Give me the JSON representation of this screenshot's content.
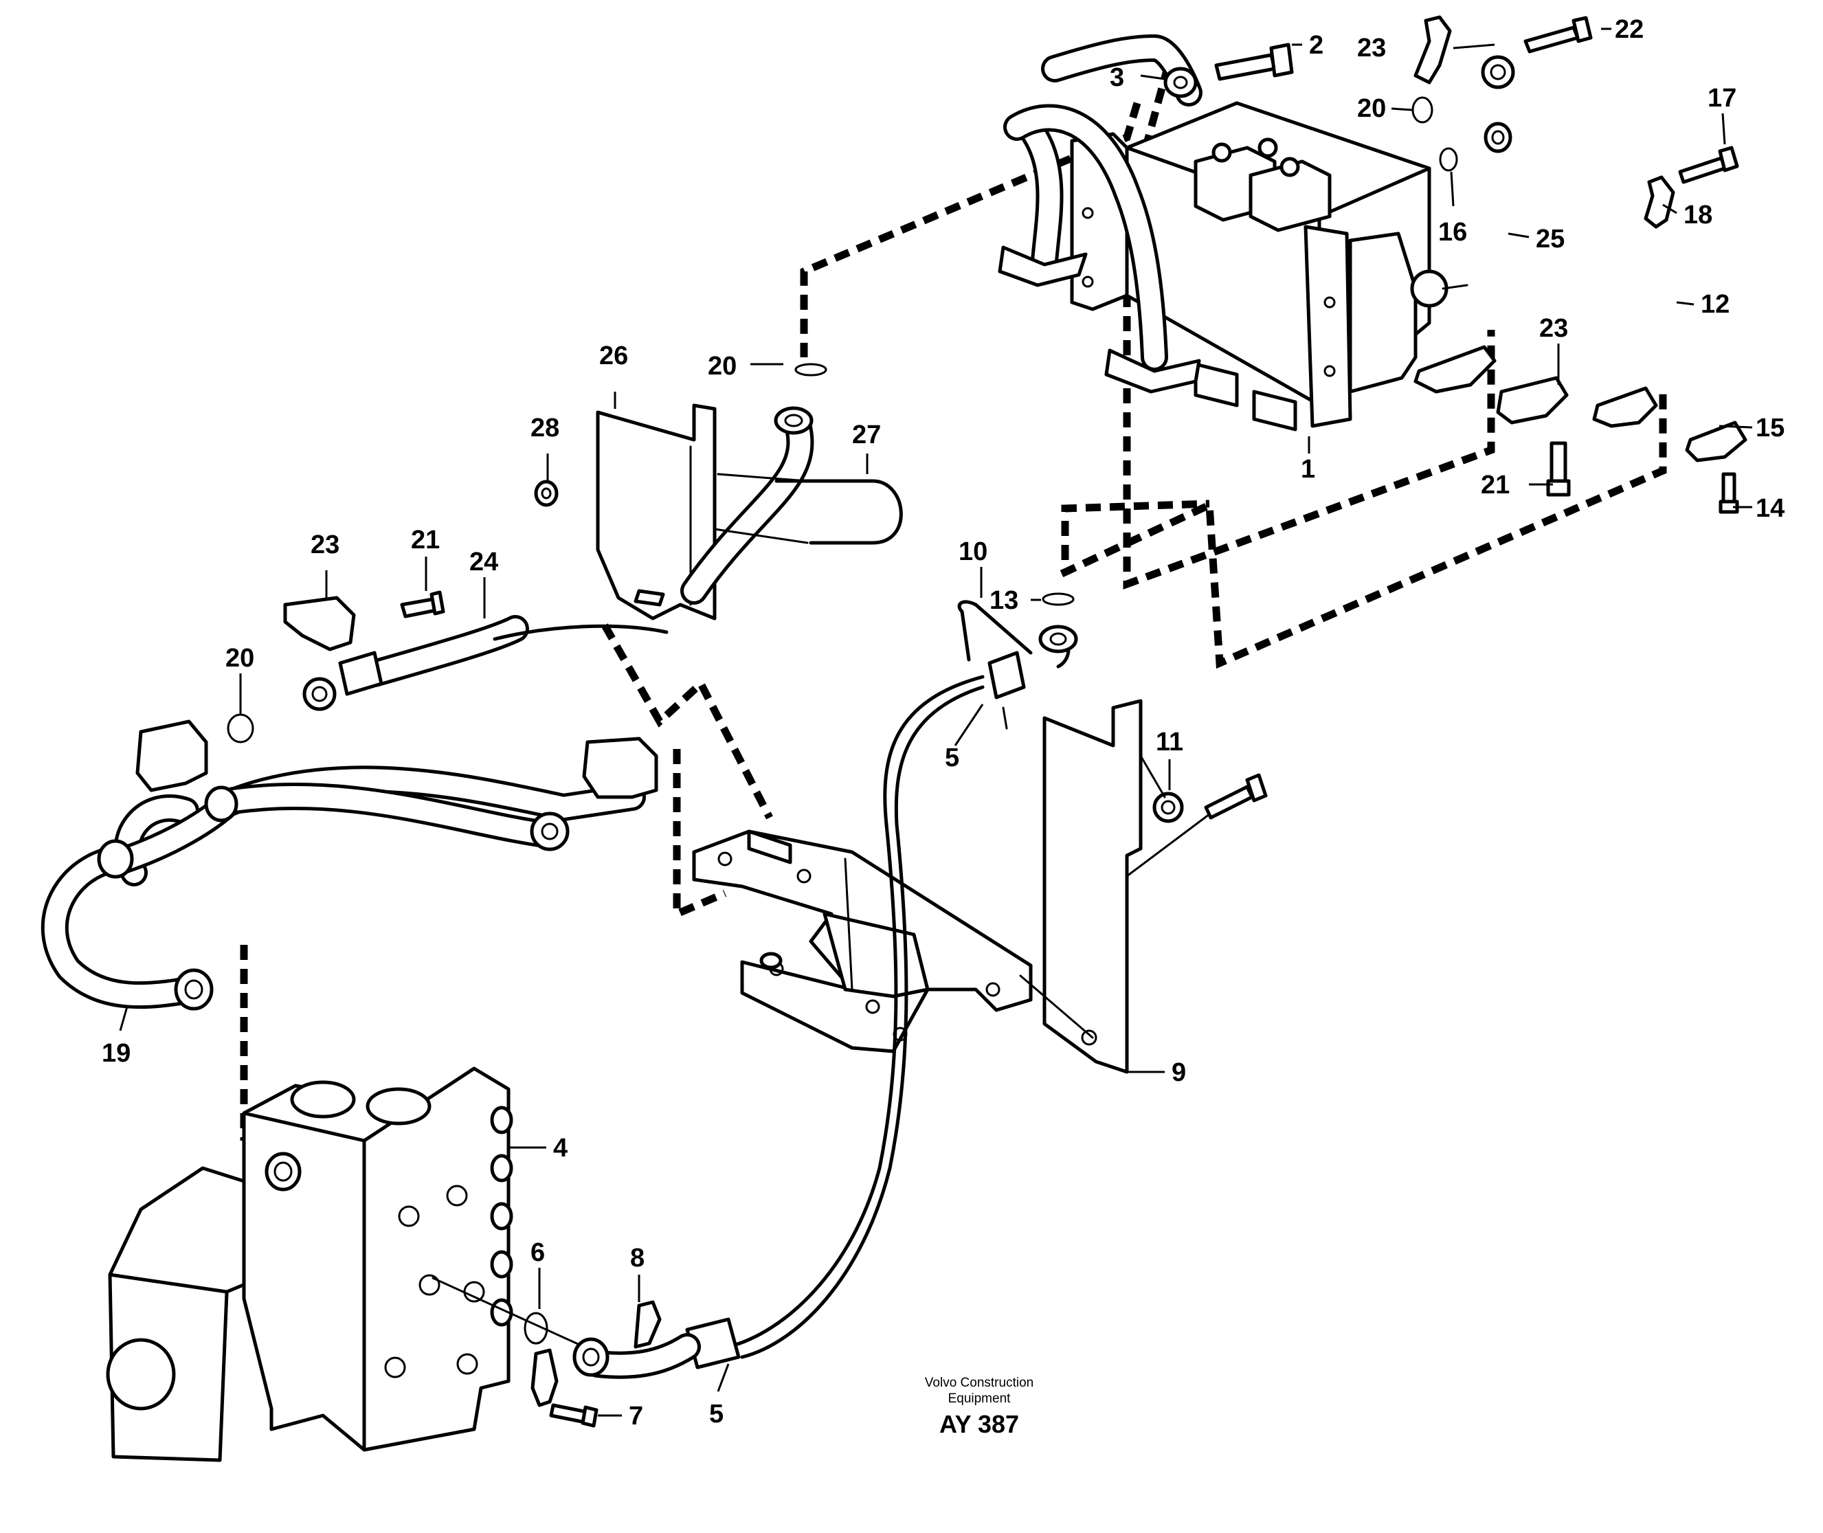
{
  "callouts": {
    "c1": "1",
    "c2": "2",
    "c3": "3",
    "c4": "4",
    "c5a": "5",
    "c5b": "5",
    "c6": "6",
    "c7": "7",
    "c8": "8",
    "c9": "9",
    "c10": "10",
    "c11": "11",
    "c12": "12",
    "c13": "13",
    "c14": "14",
    "c15": "15",
    "c16": "16",
    "c17": "17",
    "c18": "18",
    "c19": "19",
    "c20a": "20",
    "c20b": "20",
    "c20c": "20",
    "c21a": "21",
    "c21b": "21",
    "c22": "22",
    "c23a": "23",
    "c23b": "23",
    "c23c": "23",
    "c24": "24",
    "c25": "25",
    "c26": "26",
    "c27": "27",
    "c28": "28"
  },
  "credit": {
    "line1": "Volvo Construction",
    "line2": "Equipment",
    "code": "AY 387"
  }
}
